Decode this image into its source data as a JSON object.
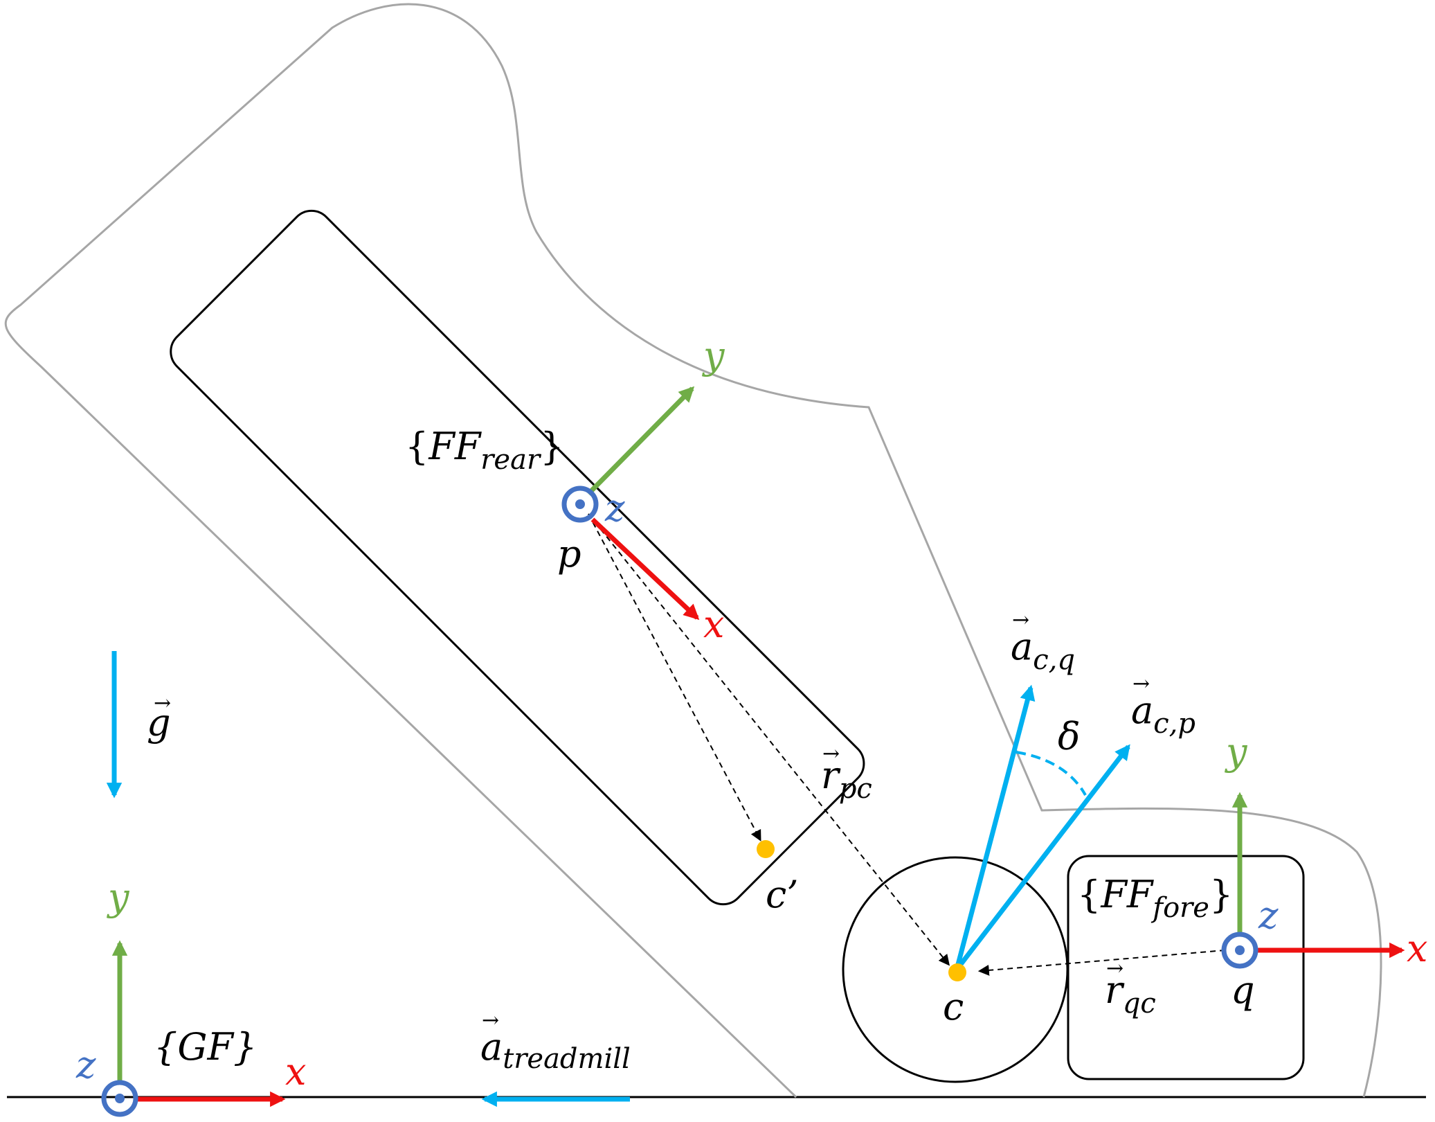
{
  "colors": {
    "x_axis": "#ee1111",
    "y_axis": "#70ad47",
    "z_axis": "#4472c4",
    "vector": "#00b0f0",
    "point": "#ffc000",
    "outline": "#a6a6a6",
    "ink": "#000000"
  },
  "labels": {
    "ff_rear": {
      "brace_open": "{",
      "base": "FF",
      "sub": "rear",
      "brace_close": "}"
    },
    "ff_fore": {
      "brace_open": "{",
      "base": "FF",
      "sub": "fore",
      "brace_close": "}"
    },
    "gf": "{GF}",
    "p": "p",
    "q": "q",
    "c": "c",
    "c_prime": "c’",
    "axis_x": "x",
    "axis_y": "y",
    "axis_z": "z",
    "g": {
      "base": "g",
      "arrow": "⃗"
    },
    "a_cq": {
      "base": "a",
      "sub": "c,q"
    },
    "a_cp": {
      "base": "a",
      "sub": "c,p"
    },
    "r_pc": {
      "base": "r",
      "sub": "pc"
    },
    "r_qc": {
      "base": "r",
      "sub": "qc"
    },
    "a_treadmill": {
      "base": "a",
      "sub": "treadmill"
    },
    "delta": "δ"
  }
}
